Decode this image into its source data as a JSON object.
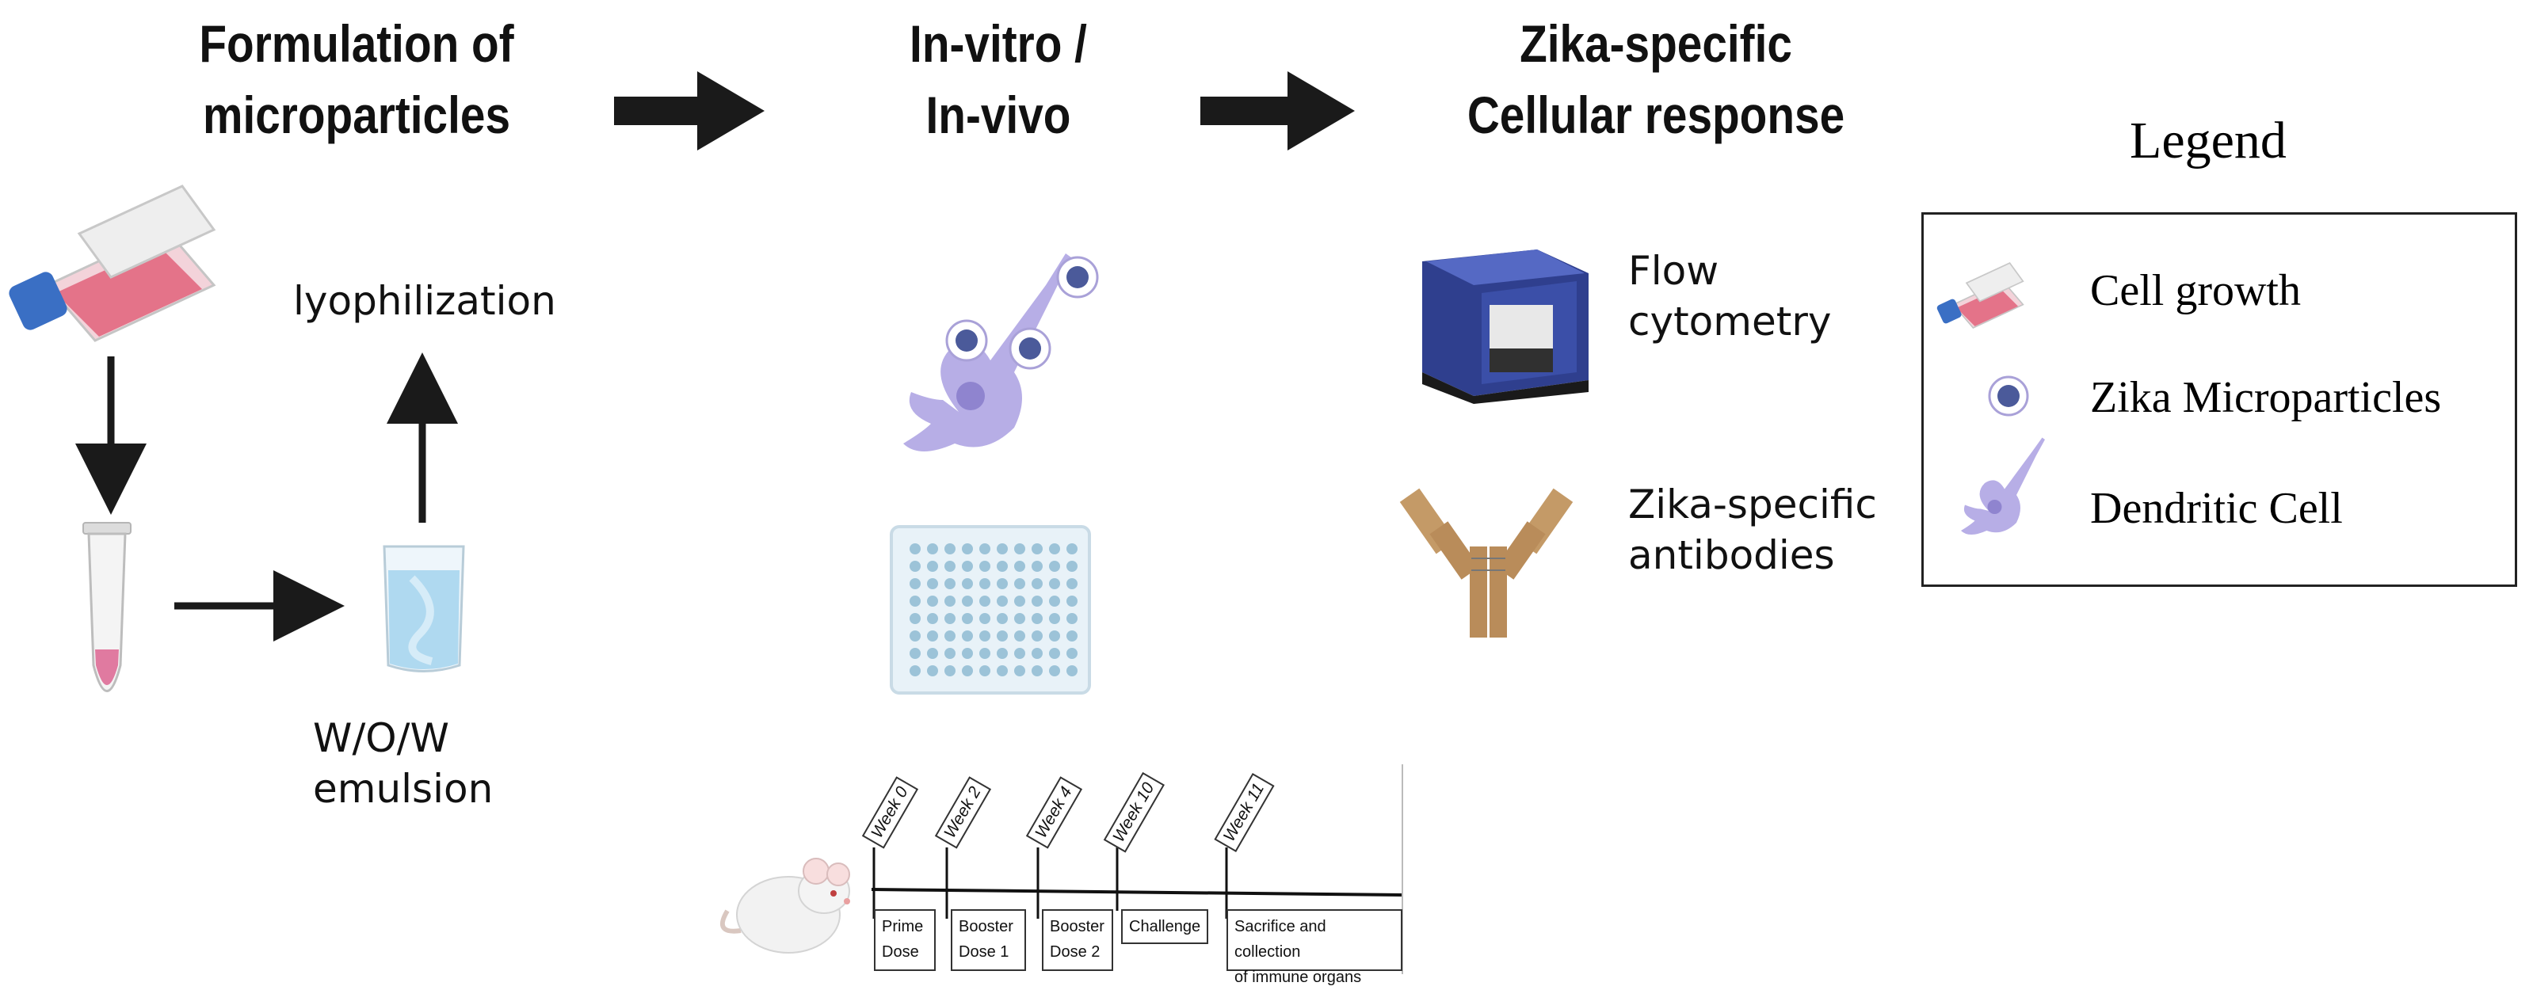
{
  "headings": {
    "col1": [
      "Formulation of",
      "microparticles"
    ],
    "col2": [
      "In-vitro /",
      "In-vivo"
    ],
    "col3": [
      "Zika-specific",
      "Cellular response"
    ]
  },
  "formulation": {
    "step_top": "lyophilization",
    "step_bottom": [
      "W/O/W",
      "emulsion"
    ]
  },
  "response": {
    "flow": [
      "Flow",
      "cytometry"
    ],
    "antibodies": [
      "Zika-specific",
      "antibodies"
    ]
  },
  "timeline": {
    "weeks": [
      "Week 0",
      "Week 2",
      "Week 4",
      "Week 10",
      "Week 11"
    ],
    "stages": [
      [
        "Prime",
        "Dose"
      ],
      [
        "Booster",
        "Dose 1"
      ],
      [
        "Booster",
        "Dose 2"
      ],
      [
        "Challenge"
      ],
      [
        "Sacrifice and collection",
        "of immune organs"
      ]
    ]
  },
  "legend": {
    "title": "Legend",
    "items": [
      {
        "label": "Cell growth",
        "icon": "flask-icon"
      },
      {
        "label": "Zika Microparticles",
        "icon": "microparticle-icon"
      },
      {
        "label": "Dendritic Cell",
        "icon": "dendritic-cell-icon"
      }
    ]
  },
  "colors": {
    "arrow": "#1a1a1a",
    "flask_liquid": "#e0627a",
    "flask_cap": "#3a6fc4",
    "cell": "#b7aee6",
    "particle": "#4b5a9a",
    "plate": "#a9c8dc",
    "cytometer": "#2f3f8e",
    "antibody": "#b98c5a"
  }
}
